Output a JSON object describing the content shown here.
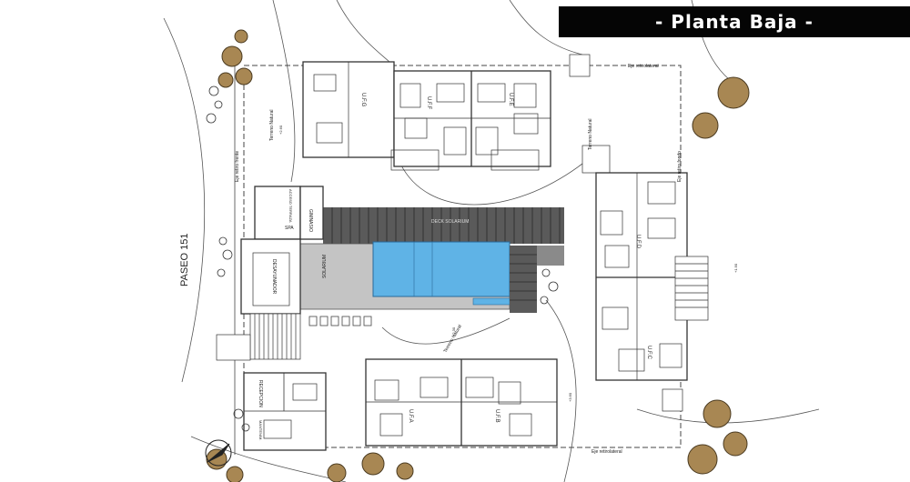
{
  "title": "- Planta Baja -",
  "street_label": "PASEO 151",
  "units": {
    "ufa": "U.F.A",
    "ufb": "U.F.B",
    "ufc": "U.F.C",
    "ufd": "U.F.D",
    "ufe": "U.F.E",
    "uff": "U.F.F",
    "ufg": "U.F.G"
  },
  "rooms": {
    "desayunador": "DESAYUNADOR",
    "solarium": "SOLARIUM",
    "deck_solarium": "DECK SOLARIUM",
    "gimnasio": "GIMNASIO",
    "spa": "SPA",
    "recepcion": "RECEPCION",
    "mantenimiento": "MANTENIM.",
    "acceso_terraza": "ACCESO TERRAZA"
  },
  "terrain_labels": {
    "terreno_natural": "Terreno Natural",
    "eje_retiro_frente": "Eje retiro frente",
    "eje_retiro_fondo": "Eje retiro fondo",
    "eje_retiro_lateral": "Eje retirolateral"
  },
  "levels": [
    "+2.60",
    "+3.60",
    "+1.90",
    "+2.30",
    "+1.40",
    "+1.80"
  ]
}
